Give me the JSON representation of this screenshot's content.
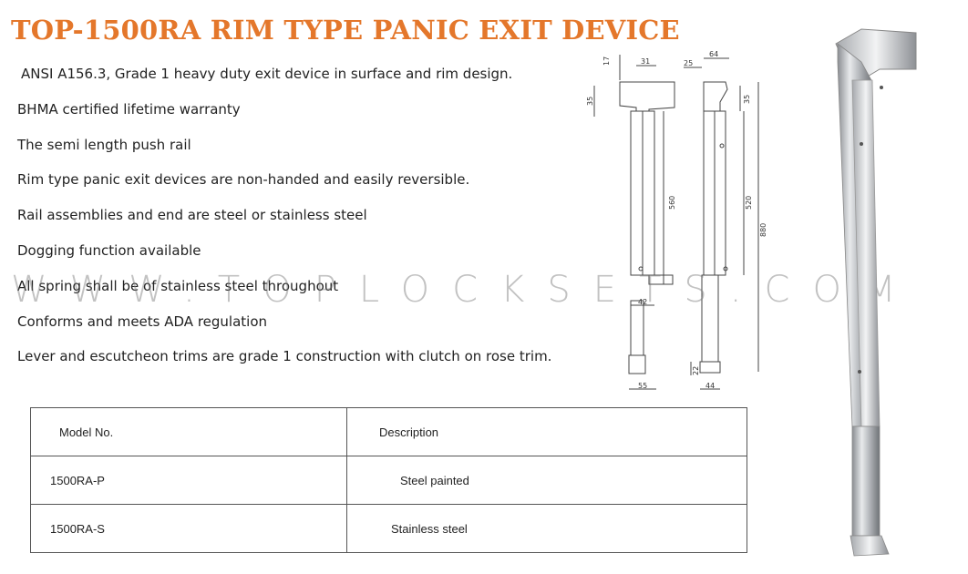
{
  "title": "TOP-1500RA RIM TYPE PANIC EXIT DEVICE",
  "features": [
    "ANSI A156.3, Grade 1 heavy duty exit device in surface and rim design.",
    "BHMA certified lifetime warranty",
    "The semi length push rail",
    "Rim type panic exit devices are non-handed and easily reversible.",
    "Rail assemblies and end are steel or stainless steel",
    "Dogging function available",
    "All spring shall be of stainless steel throughout",
    "Conforms and meets ADA regulation",
    "Lever and escutcheon trims are grade 1 construction with clutch on rose trim."
  ],
  "watermark": "WWW.TOPLOCKSETS.COM",
  "table": {
    "headers": [
      "Model No.",
      "Description"
    ],
    "rows": [
      [
        "1500RA-P",
        "Steel painted"
      ],
      [
        "1500RA-S",
        "Stainless steel"
      ]
    ]
  },
  "drawing": {
    "front_dims": [
      "17",
      "31",
      "35",
      "560",
      "42",
      "55"
    ],
    "side_dims": [
      "64",
      "25",
      "35",
      "520",
      "880",
      "22",
      "44"
    ]
  },
  "colors": {
    "title": "#e4772b",
    "text": "#222222",
    "line": "#555555"
  }
}
